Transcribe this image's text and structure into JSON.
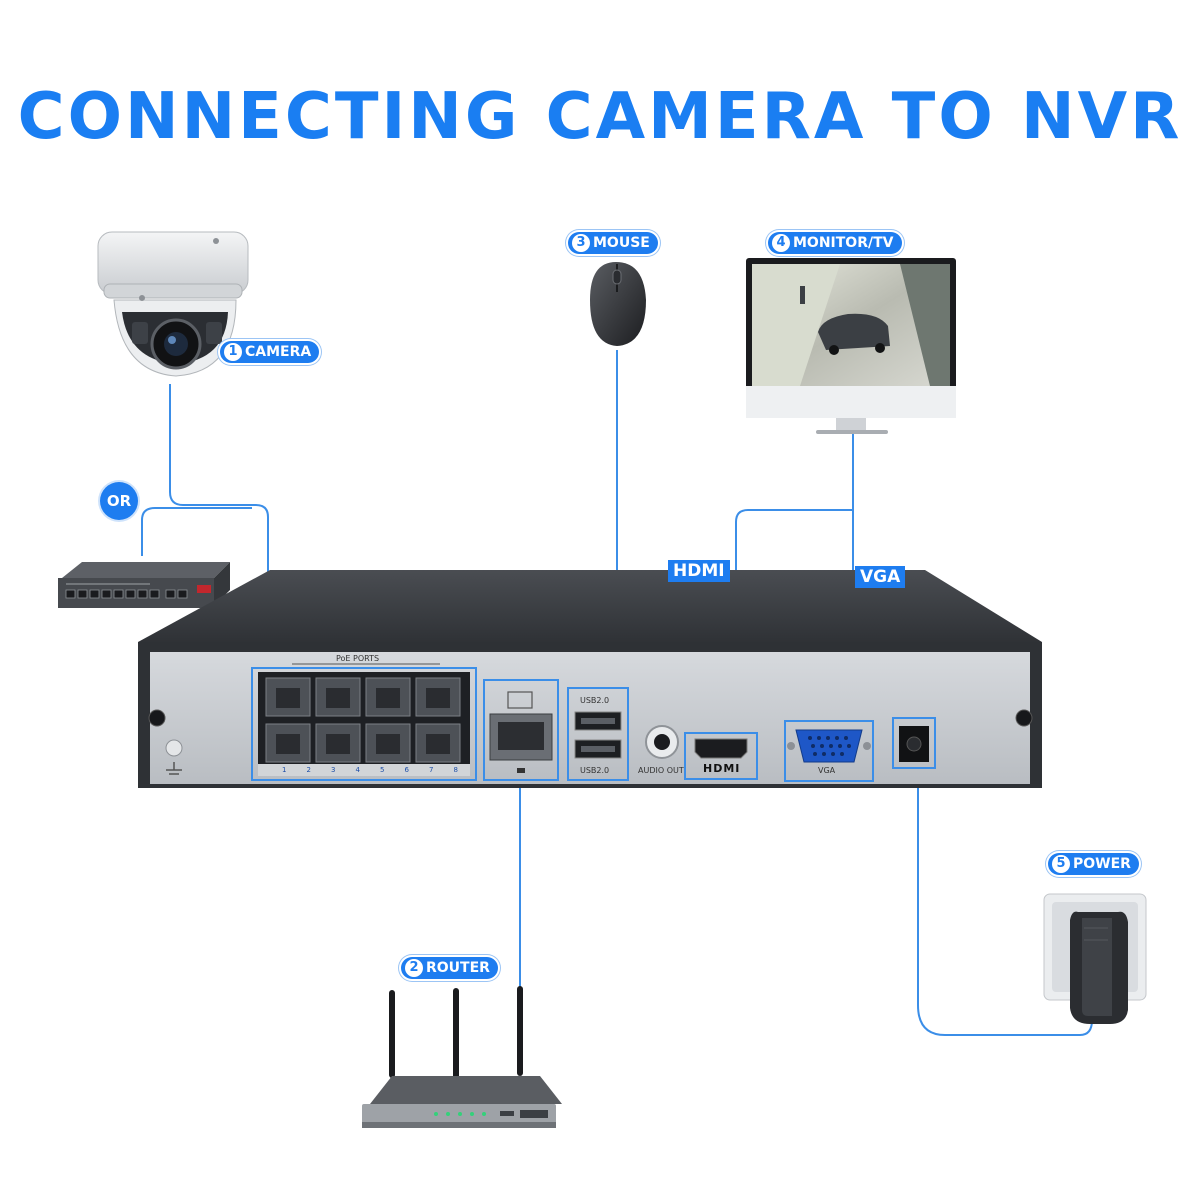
{
  "title": "CONNECTING CAMERA TO NVR",
  "components": [
    {
      "number": "1",
      "label": "CAMERA",
      "icon": "dome-camera-icon"
    },
    {
      "number": "2",
      "label": "ROUTER",
      "icon": "router-icon"
    },
    {
      "number": "3",
      "label": "MOUSE",
      "icon": "mouse-icon"
    },
    {
      "number": "4",
      "label": "MONITOR/TV",
      "icon": "monitor-icon"
    },
    {
      "number": "5",
      "label": "POWER",
      "icon": "power-adapter-icon"
    }
  ],
  "or_label": "OR",
  "connection_labels": {
    "hdmi": "HDMI",
    "vga": "VGA"
  },
  "nvr_panel": {
    "poe_ports": "PoE PORTS",
    "usb_top": "USB2.0",
    "usb_bottom": "USB2.0",
    "audio_out": "AUDIO OUT",
    "hdmi_logo": "HDMI",
    "vga": "VGA",
    "poe_numbers": [
      "1",
      "2",
      "3",
      "4",
      "5",
      "6",
      "7",
      "8"
    ]
  },
  "colors": {
    "accent": "#1e7df0",
    "line": "#3b8ee8",
    "nvr_body": "#3a3d42",
    "nvr_panel": "#c9cdd2"
  }
}
